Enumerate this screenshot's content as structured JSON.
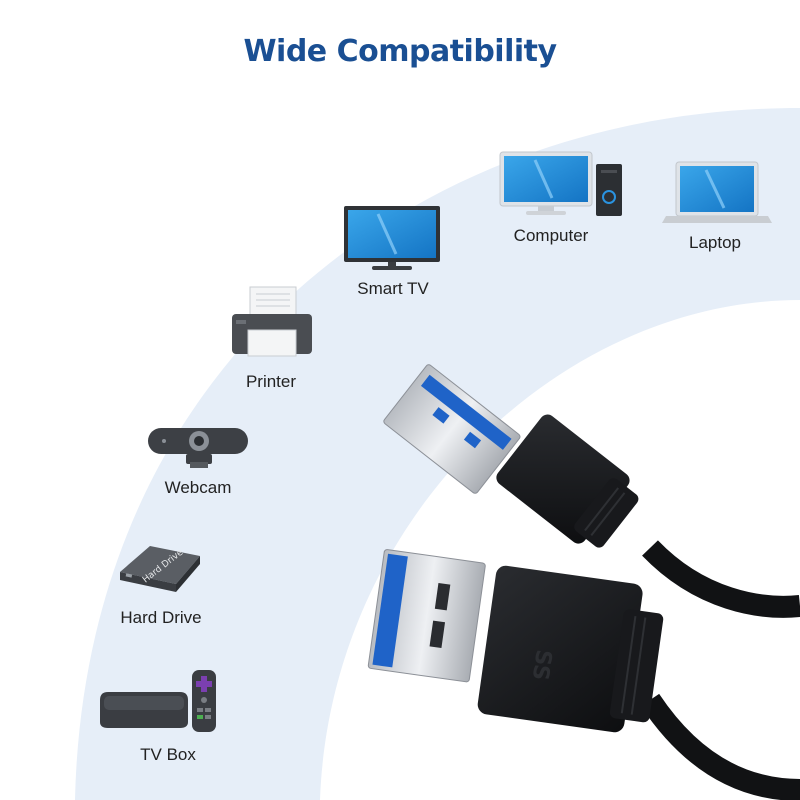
{
  "title": "Wide Compatibility",
  "devices": [
    {
      "name": "computer",
      "label": "Computer"
    },
    {
      "name": "laptop",
      "label": "Laptop"
    },
    {
      "name": "smart-tv",
      "label": "Smart TV"
    },
    {
      "name": "printer",
      "label": "Printer"
    },
    {
      "name": "webcam",
      "label": "Webcam"
    },
    {
      "name": "hard-drive",
      "label": "Hard Drive"
    },
    {
      "name": "tv-box",
      "label": "TV Box"
    }
  ],
  "hard_drive_print": "Hard Drive",
  "usb_logo_text": "SS",
  "colors": {
    "title": "#1a4f93",
    "arc": "#e6eef8",
    "screen_blue": "#1e8ad6",
    "connector_blue": "#1f63c8",
    "device_gray": "#4a4d52"
  }
}
